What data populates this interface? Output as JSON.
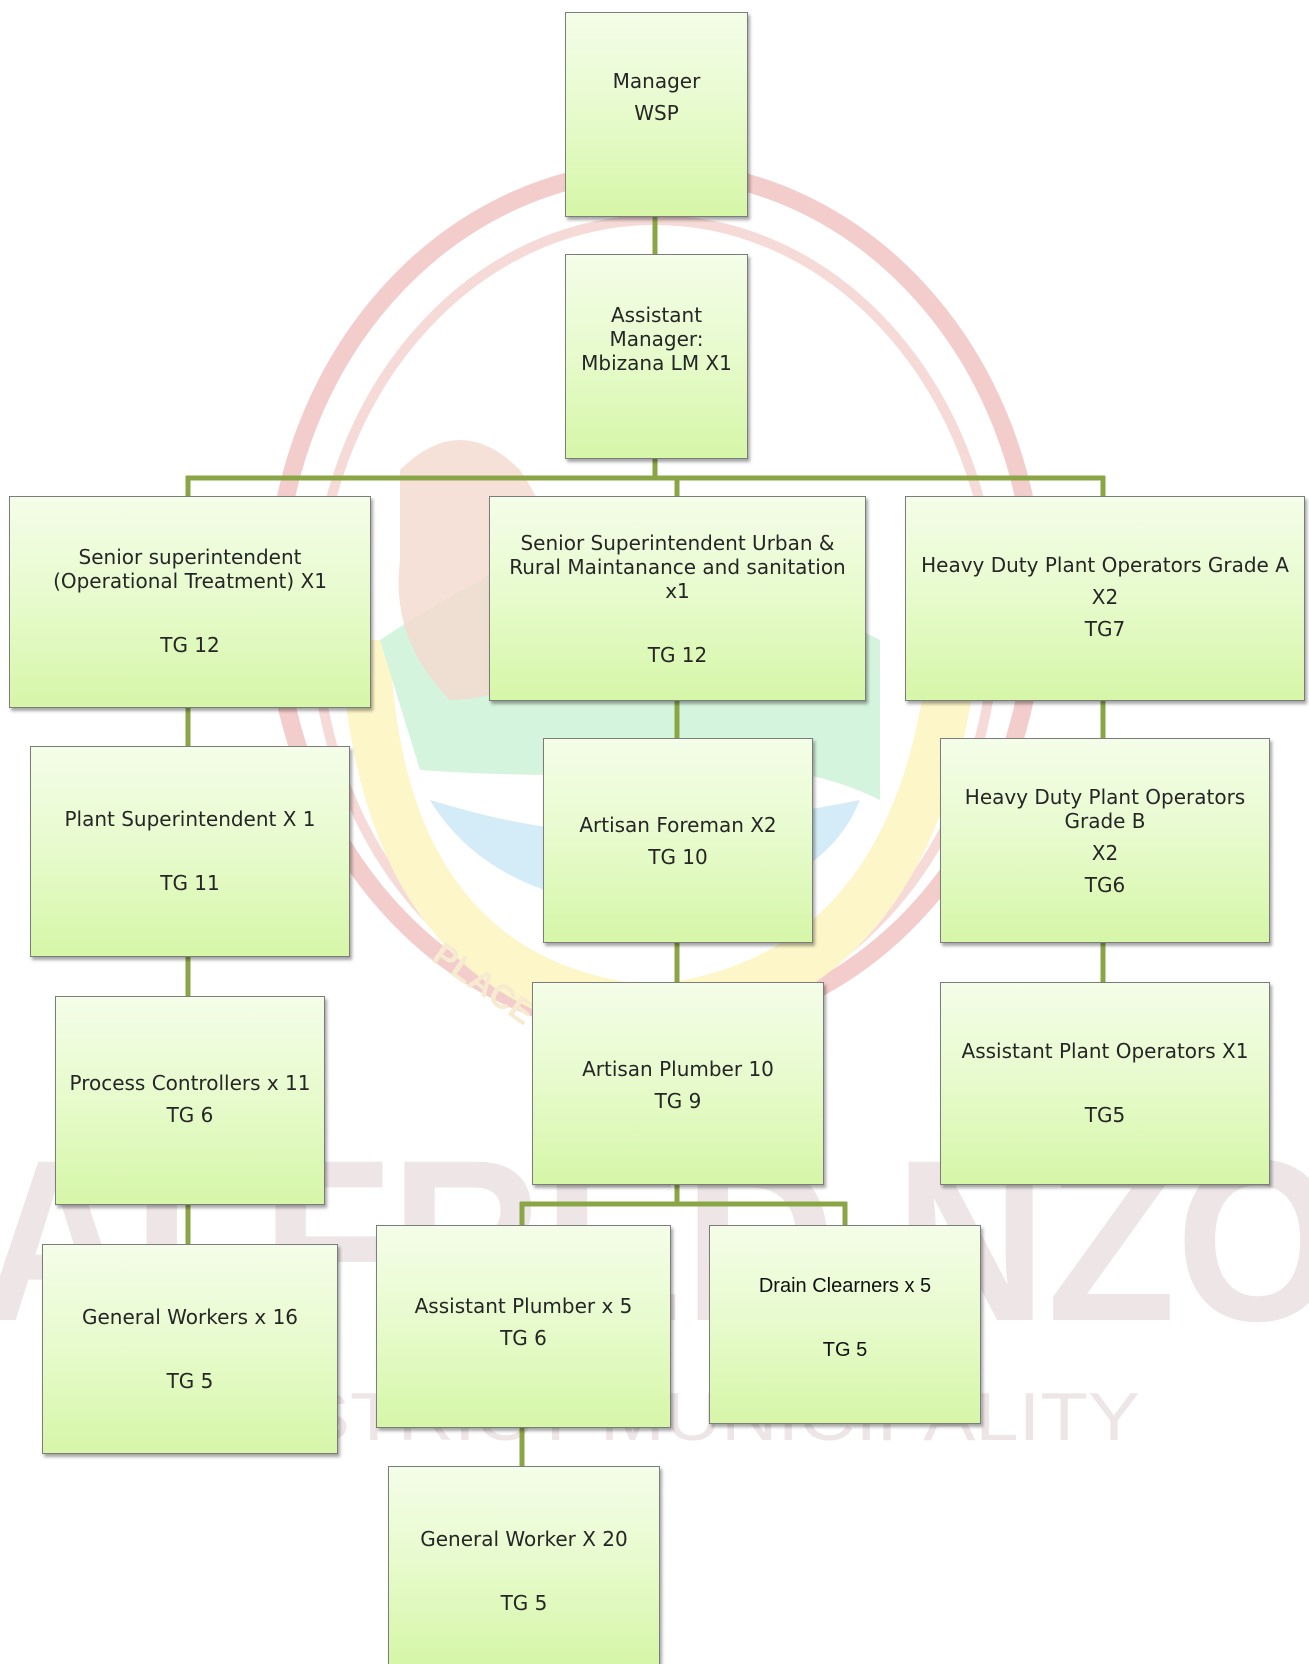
{
  "watermark": {
    "arc_text": "PLACE OF UNIVERSITY",
    "big_text": "ALFRED NZO",
    "sub_text": "DISTRICT MUNICIPALITY",
    "colors": {
      "arc": "#f0c4c2",
      "yellow": "#fdf5c4",
      "green": "#d2f5dc",
      "blue": "#cce9f7",
      "text": "#ebe3e3"
    }
  },
  "chart_colors": {
    "connector": "#8aa545",
    "box_top": "#f4fde8",
    "box_bottom": "#d6f6a8",
    "border": "#7c7c7c"
  },
  "org": {
    "manager": {
      "line1": "Manager",
      "line2": "WSP"
    },
    "assistant_manager": {
      "line1": "Assistant",
      "line2": "Manager:",
      "line3": "Mbizana LM X1"
    },
    "senior_superintendent_treatment": {
      "line1": "Senior superintendent",
      "line2": "(Operational Treatment) X1",
      "grade": "TG  12"
    },
    "senior_superintendent_urban": {
      "line1": "Senior Superintendent  Urban &",
      "line2": "Rural Maintanance and sanitation",
      "line3": "x1",
      "grade": "TG 12"
    },
    "heavy_duty_a": {
      "line1": "Heavy Duty Plant Operators Grade A",
      "line2": "X2",
      "grade": "TG7"
    },
    "plant_superintendent": {
      "line1": "Plant Superintendent X 1",
      "grade": "TG 11"
    },
    "artisan_foreman": {
      "line1": "Artisan Foreman X2",
      "grade": "TG 10"
    },
    "heavy_duty_b": {
      "line1": "Heavy Duty Plant Operators",
      "line2": "Grade B",
      "line3": "X2",
      "grade": "TG6"
    },
    "process_controllers": {
      "line1": "Process Controllers x 11",
      "grade": "TG 6"
    },
    "artisan_plumber": {
      "line1": "Artisan Plumber 10",
      "grade": "TG 9"
    },
    "assistant_plant_operators": {
      "line1": "Assistant Plant Operators  X1",
      "grade": "TG5"
    },
    "general_workers_16": {
      "line1": "General Workers x 16",
      "grade": "TG 5"
    },
    "assistant_plumber": {
      "line1": "Assistant Plumber  x 5",
      "grade": "TG 6"
    },
    "drain_cleaners": {
      "line1": "Drain Clearners  x 5",
      "grade": "TG 5"
    },
    "general_worker_20": {
      "line1": "General Worker X 20",
      "grade": "TG 5"
    }
  }
}
